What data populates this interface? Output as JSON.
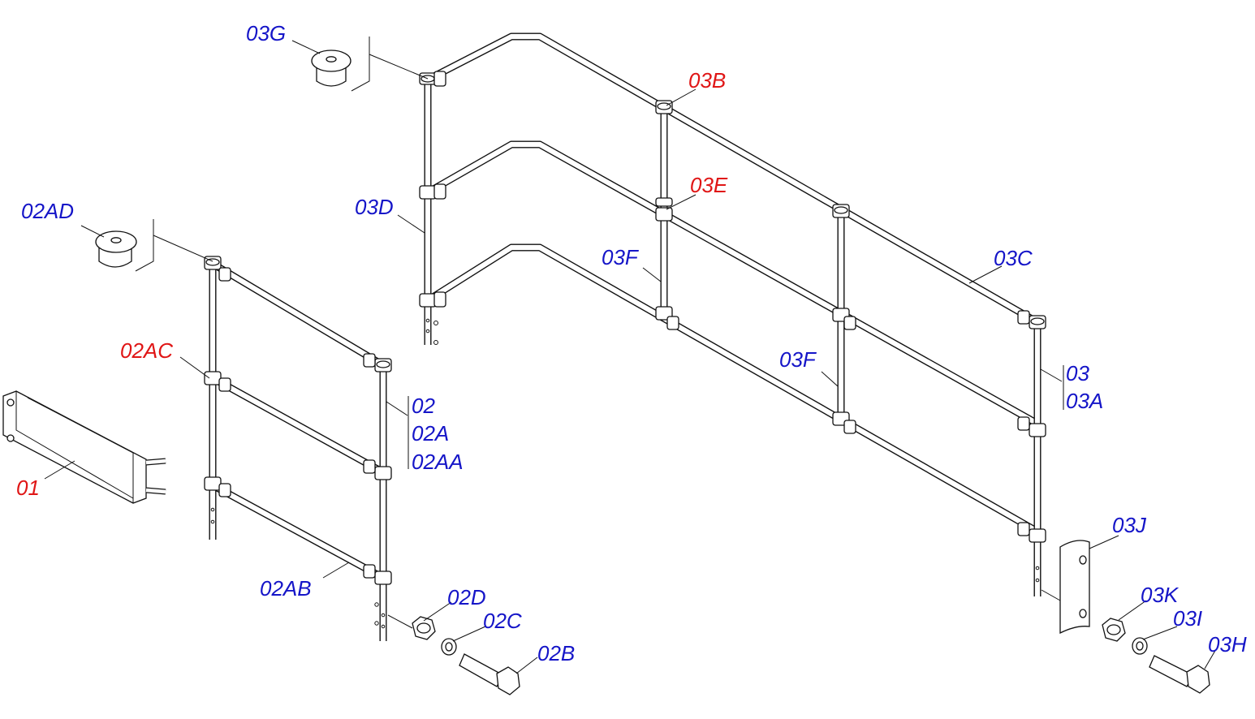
{
  "colors": {
    "reference": "#1515c8",
    "highlight": "#e01616",
    "line": "#111111"
  },
  "labels": {
    "l_03G": "03G",
    "l_02AD": "02AD",
    "l_03D": "03D",
    "l_03B": "03B",
    "l_03E": "03E",
    "l_03F_a": "03F",
    "l_03F_b": "03F",
    "l_03C": "03C",
    "l_03": "03",
    "l_03A": "03A",
    "l_02AC": "02AC",
    "l_02": "02",
    "l_02A": "02A",
    "l_02AA": "02AA",
    "l_01": "01",
    "l_02AB": "02AB",
    "l_02D": "02D",
    "l_02C": "02C",
    "l_02B": "02B",
    "l_03J": "03J",
    "l_03K": "03K",
    "l_03I": "03I",
    "l_03H": "03H"
  }
}
